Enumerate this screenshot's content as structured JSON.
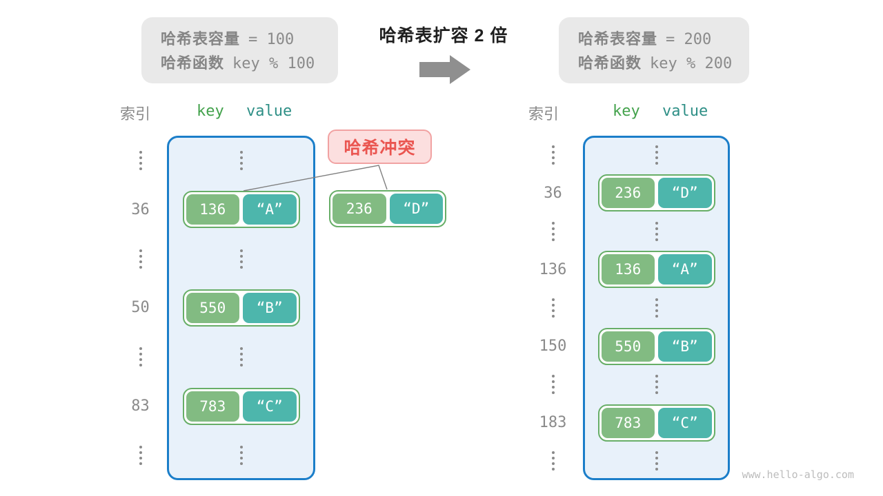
{
  "title": "哈希表扩容 2 倍",
  "boxes": {
    "before": {
      "line1_label": "哈希表容量",
      "line1_value": "= 100",
      "line2_label": "哈希函数",
      "line2_value": "key % 100"
    },
    "after": {
      "line1_label": "哈希表容量",
      "line1_value": "= 200",
      "line2_label": "哈希函数",
      "line2_value": "key % 200"
    }
  },
  "columns": {
    "index": "索引",
    "key": "key",
    "value": "value"
  },
  "left_table": {
    "rows": [
      {
        "type": "dots"
      },
      {
        "type": "entry",
        "index": "36",
        "key": "136",
        "value": "“A”"
      },
      {
        "type": "dots"
      },
      {
        "type": "entry",
        "index": "50",
        "key": "550",
        "value": "“B”"
      },
      {
        "type": "dots"
      },
      {
        "type": "entry",
        "index": "83",
        "key": "783",
        "value": "“C”"
      },
      {
        "type": "dots"
      }
    ]
  },
  "right_table": {
    "rows": [
      {
        "type": "dots"
      },
      {
        "type": "entry",
        "index": "36",
        "key": "236",
        "value": "“D”"
      },
      {
        "type": "dots"
      },
      {
        "type": "entry",
        "index": "136",
        "key": "136",
        "value": "“A”"
      },
      {
        "type": "dots"
      },
      {
        "type": "entry",
        "index": "150",
        "key": "550",
        "value": "“B”"
      },
      {
        "type": "dots"
      },
      {
        "type": "entry",
        "index": "183",
        "key": "783",
        "value": "“C”"
      },
      {
        "type": "dots"
      }
    ]
  },
  "conflict": {
    "label": "哈希冲突",
    "pair": {
      "key": "236",
      "value": "“D”"
    }
  },
  "watermark": "www.hello-algo.com",
  "colors": {
    "bg-gray": "#e9e9e9",
    "text-gray": "#858585",
    "title-black": "#1f1f1f",
    "arrow-gray": "#8f8f8f",
    "key-green": "#43a24c",
    "value-teal": "#2e8f86",
    "container-bg": "#e8f1fa",
    "container-border": "#1b7ec9",
    "pair-border": "#67ae67",
    "key-box": "#82bb82",
    "value-box": "#4db6ac",
    "dot-gray": "#8a8a8a",
    "conflict-bg": "#fcdfdf",
    "conflict-border": "#f1a2a2",
    "conflict-text": "#ea5550",
    "line-gray": "#7f7f7f",
    "watermark": "#bcbcbc"
  }
}
